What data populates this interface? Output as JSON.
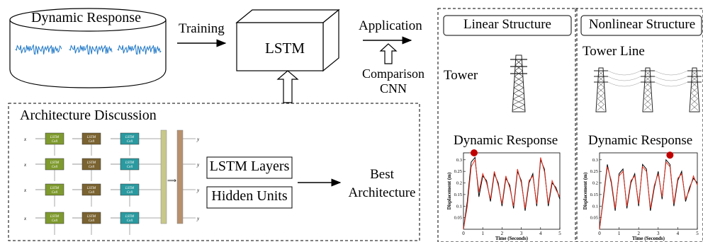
{
  "dynamic_response_box": {
    "label": "Dynamic Response"
  },
  "training_label": "Training",
  "lstm_label": "LSTM",
  "application_label": "Application",
  "comparison": {
    "line1": "Comparison",
    "line2": "CNN"
  },
  "architecture": {
    "title": "Architecture Discussion",
    "cell_label_1": "LSTM",
    "cell_label_2": "Cell",
    "options": [
      "LSTM Layers",
      "Hidden Units"
    ],
    "result": {
      "line1": "Best",
      "line2": "Architecture"
    }
  },
  "linear_panel": {
    "header": "Linear Structure",
    "object": "Tower",
    "response_title": "Dynamic Response"
  },
  "nonlinear_panel": {
    "header": "Nonlinear Structure",
    "object": "Tower Line",
    "response_title": "Dynamic Response"
  },
  "chart_data": [
    {
      "type": "line",
      "xlabel": "Time (Seconds)",
      "ylabel": "Displacement (m)",
      "xlim": [
        0,
        5
      ],
      "ylim": [
        0,
        0.33
      ],
      "xticks": [
        0,
        1,
        2,
        3,
        4,
        5
      ],
      "yticks": [
        0.05,
        0.1,
        0.15,
        0.2,
        0.25,
        0.3
      ],
      "marker": {
        "x": 0.55,
        "y": 0.33,
        "color": "#c00000"
      },
      "series": [
        {
          "color": "#000000",
          "x": [
            0,
            0.2,
            0.4,
            0.6,
            0.8,
            1.0,
            1.2,
            1.4,
            1.6,
            1.8,
            2.0,
            2.2,
            2.4,
            2.6,
            2.8,
            3.0,
            3.2,
            3.4,
            3.6,
            3.8,
            4.0,
            4.2,
            4.4,
            4.6,
            4.8,
            5.0
          ],
          "y": [
            0.0,
            0.12,
            0.29,
            0.31,
            0.14,
            0.23,
            0.21,
            0.12,
            0.24,
            0.2,
            0.1,
            0.22,
            0.19,
            0.09,
            0.25,
            0.21,
            0.08,
            0.2,
            0.24,
            0.1,
            0.3,
            0.26,
            0.1,
            0.2,
            0.18,
            0.13
          ]
        },
        {
          "color": "#e03020",
          "x": [
            0,
            0.2,
            0.4,
            0.6,
            0.8,
            1.0,
            1.2,
            1.4,
            1.6,
            1.8,
            2.0,
            2.2,
            2.4,
            2.6,
            2.8,
            3.0,
            3.2,
            3.4,
            3.6,
            3.8,
            4.0,
            4.2,
            4.4,
            4.6,
            4.8,
            5.0
          ],
          "y": [
            0.0,
            0.1,
            0.27,
            0.3,
            0.16,
            0.24,
            0.2,
            0.13,
            0.25,
            0.19,
            0.11,
            0.23,
            0.18,
            0.1,
            0.26,
            0.2,
            0.09,
            0.21,
            0.23,
            0.11,
            0.31,
            0.25,
            0.11,
            0.21,
            0.17,
            0.14
          ]
        }
      ]
    },
    {
      "type": "line",
      "xlabel": "Time (Seconds)",
      "ylabel": "Displacement (m)",
      "xlim": [
        0,
        5
      ],
      "ylim": [
        0,
        0.33
      ],
      "xticks": [
        0,
        1,
        2,
        3,
        4,
        5
      ],
      "yticks": [
        0.05,
        0.1,
        0.15,
        0.2,
        0.25,
        0.3
      ],
      "marker": {
        "x": 3.6,
        "y": 0.32,
        "color": "#c00000"
      },
      "series": [
        {
          "color": "#000000",
          "x": [
            0,
            0.2,
            0.4,
            0.6,
            0.8,
            1.0,
            1.2,
            1.4,
            1.6,
            1.8,
            2.0,
            2.2,
            2.4,
            2.6,
            2.8,
            3.0,
            3.2,
            3.4,
            3.6,
            3.8,
            4.0,
            4.2,
            4.4,
            4.6,
            4.8,
            5.0
          ],
          "y": [
            0.0,
            0.14,
            0.28,
            0.2,
            0.08,
            0.24,
            0.26,
            0.09,
            0.2,
            0.24,
            0.1,
            0.28,
            0.26,
            0.08,
            0.18,
            0.25,
            0.13,
            0.3,
            0.28,
            0.1,
            0.21,
            0.25,
            0.12,
            0.18,
            0.22,
            0.2
          ]
        },
        {
          "color": "#e03020",
          "x": [
            0,
            0.2,
            0.4,
            0.6,
            0.8,
            1.0,
            1.2,
            1.4,
            1.6,
            1.8,
            2.0,
            2.2,
            2.4,
            2.6,
            2.8,
            3.0,
            3.2,
            3.4,
            3.6,
            3.8,
            4.0,
            4.2,
            4.4,
            4.6,
            4.8,
            5.0
          ],
          "y": [
            0.0,
            0.13,
            0.27,
            0.21,
            0.09,
            0.23,
            0.25,
            0.1,
            0.21,
            0.23,
            0.11,
            0.27,
            0.25,
            0.09,
            0.19,
            0.24,
            0.14,
            0.29,
            0.27,
            0.11,
            0.22,
            0.24,
            0.13,
            0.17,
            0.23,
            0.19
          ]
        }
      ]
    }
  ]
}
